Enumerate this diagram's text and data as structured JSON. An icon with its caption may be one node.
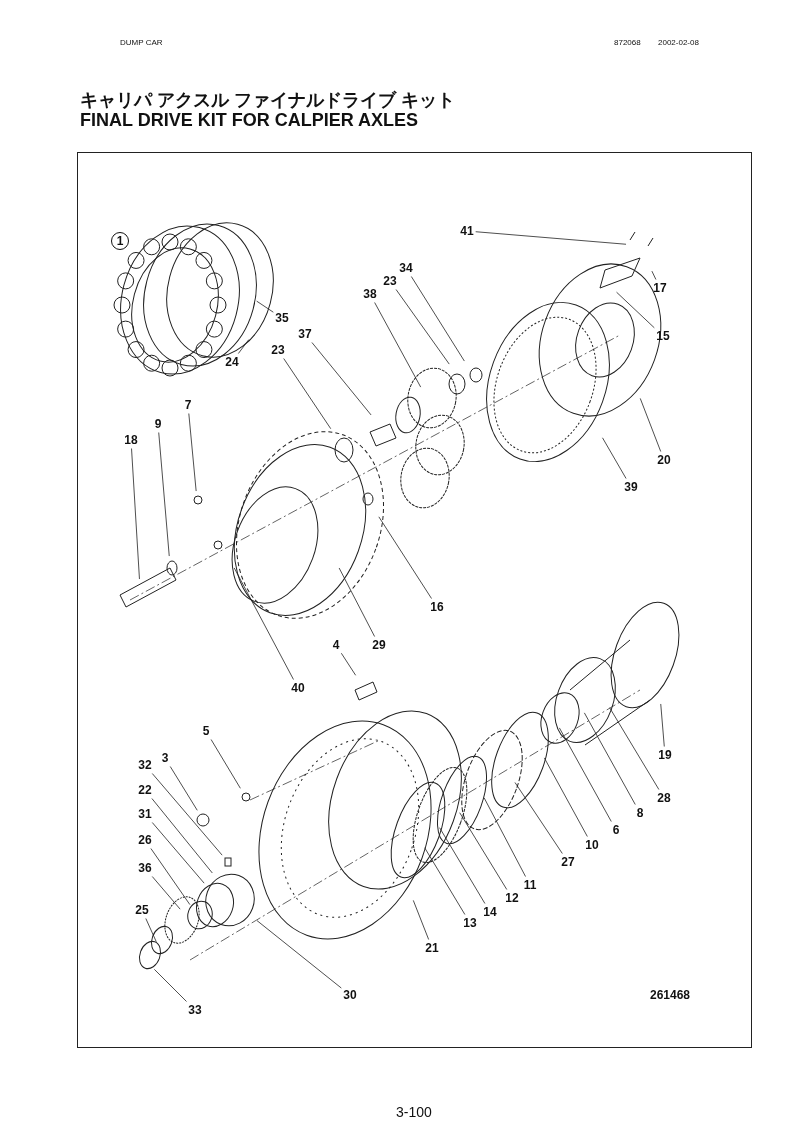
{
  "diagram": {
    "title": "キャリパ アクスル ファイナルドライブ キット",
    "nodes": [
      {
        "text": [
          "1"
        ]
      },
      {
        "text": [
          "41"
        ]
      },
      {
        "text": [
          "34"
        ]
      },
      {
        "text": [
          "23"
        ]
      },
      {
        "text": [
          "38"
        ]
      },
      {
        "text": [
          "17"
        ]
      },
      {
        "text": [
          "15"
        ]
      },
      {
        "text": [
          "35"
        ]
      },
      {
        "text": [
          "37"
        ]
      },
      {
        "text": [
          "24"
        ]
      },
      {
        "text": [
          "23"
        ]
      },
      {
        "text": [
          "7"
        ]
      },
      {
        "text": [
          "9"
        ]
      },
      {
        "text": [
          "18"
        ]
      },
      {
        "text": [
          "20"
        ]
      },
      {
        "text": [
          "39"
        ]
      },
      {
        "text": [
          "16"
        ]
      },
      {
        "text": [
          "29"
        ]
      },
      {
        "text": [
          "4"
        ]
      },
      {
        "text": [
          "40"
        ]
      },
      {
        "text": [
          "5"
        ]
      },
      {
        "text": [
          "19"
        ]
      },
      {
        "text": [
          "3"
        ]
      },
      {
        "text": [
          "32"
        ]
      },
      {
        "text": [
          "22"
        ]
      },
      {
        "text": [
          "28"
        ]
      },
      {
        "text": [
          "31"
        ]
      },
      {
        "text": [
          "8"
        ]
      },
      {
        "text": [
          "6"
        ]
      },
      {
        "text": [
          "26"
        ]
      },
      {
        "text": [
          "10"
        ]
      },
      {
        "text": [
          "27"
        ]
      },
      {
        "text": [
          "36"
        ]
      },
      {
        "text": [
          "11"
        ]
      },
      {
        "text": [
          "12"
        ]
      },
      {
        "text": [
          "14"
        ]
      },
      {
        "text": [
          "25"
        ]
      },
      {
        "text": [
          "13"
        ]
      },
      {
        "text": [
          "21"
        ]
      },
      {
        "text": [
          "30"
        ]
      },
      {
        "text": [
          "33"
        ]
      }
    ],
    "edges": [
      {
        "from": 1,
        "to": null,
        "arrow": "none"
      },
      {
        "from": 2,
        "to": null,
        "arrow": "none"
      },
      {
        "from": 3,
        "to": null,
        "arrow": "none"
      },
      {
        "from": 4,
        "to": null,
        "arrow": "none"
      },
      {
        "from": 5,
        "to": null,
        "arrow": "none"
      },
      {
        "from": 6,
        "to": null,
        "arrow": "none"
      },
      {
        "from": 7,
        "to": null,
        "arrow": "none"
      },
      {
        "from": 8,
        "to": null,
        "arrow": "none"
      },
      {
        "from": 9,
        "to": null,
        "arrow": "none"
      },
      {
        "from": 10,
        "to": null,
        "arrow": "none"
      },
      {
        "from": 11,
        "to": null,
        "arrow": "none"
      },
      {
        "from": 12,
        "to": null,
        "arrow": "none"
      },
      {
        "from": 13,
        "to": null,
        "arrow": "none"
      },
      {
        "from": 14,
        "to": null,
        "arrow": "none"
      },
      {
        "from": 15,
        "to": null,
        "arrow": "none"
      },
      {
        "from": 16,
        "to": null,
        "arrow": "none"
      },
      {
        "from": 17,
        "to": null,
        "arrow": "none"
      },
      {
        "from": 18,
        "to": null,
        "arrow": "none"
      },
      {
        "from": 19,
        "to": null,
        "arrow": "none"
      },
      {
        "from": 20,
        "to": null,
        "arrow": "none"
      },
      {
        "from": 21,
        "to": null,
        "arrow": "none"
      },
      {
        "from": 22,
        "to": null,
        "arrow": "none"
      },
      {
        "from": 23,
        "to": null,
        "arrow": "none"
      },
      {
        "from": 24,
        "to": null,
        "arrow": "none"
      },
      {
        "from": 25,
        "to": null,
        "arrow": "none"
      },
      {
        "from": 26,
        "to": null,
        "arrow": "none"
      },
      {
        "from": 27,
        "to": null,
        "arrow": "none"
      },
      {
        "from": 28,
        "to": null,
        "arrow": "none"
      },
      {
        "from": 29,
        "to": null,
        "arrow": "none"
      },
      {
        "from": 30,
        "to": null,
        "arrow": "none"
      },
      {
        "from": 31,
        "to": null,
        "arrow": "none"
      },
      {
        "from": 32,
        "to": null,
        "arrow": "none"
      },
      {
        "from": 33,
        "to": null,
        "arrow": "none"
      },
      {
        "from": 34,
        "to": null,
        "arrow": "none"
      },
      {
        "from": 35,
        "to": null,
        "arrow": "none"
      },
      {
        "from": 36,
        "to": null,
        "arrow": "none"
      },
      {
        "from": 37,
        "to": null,
        "arrow": "none"
      },
      {
        "from": 38,
        "to": null,
        "arrow": "none"
      },
      {
        "from": 39,
        "to": null,
        "arrow": "none"
      },
      {
        "from": 40,
        "to": null,
        "arrow": "none"
      }
    ],
    "labels": [
      "DUMP CAR",
      "872068",
      "2002-02-08",
      "FINAL DRIVE KIT FOR CALPIER AXLES",
      "261468",
      "3-100"
    ]
  }
}
